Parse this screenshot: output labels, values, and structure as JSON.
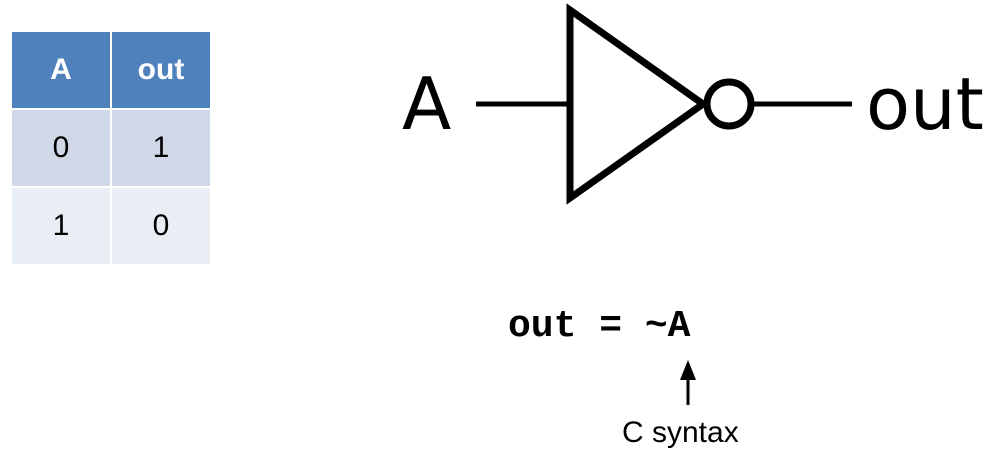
{
  "truth_table": {
    "headers": [
      "A",
      "out"
    ],
    "rows": [
      [
        "0",
        "1"
      ],
      [
        "1",
        "0"
      ]
    ],
    "header_color": "#4f81bd",
    "row_colors": [
      "#d0d8e8",
      "#e9edf4"
    ]
  },
  "gate": {
    "input_label": "A",
    "output_label": "out",
    "kind": "not-gate"
  },
  "code": {
    "expression": "out = ~A",
    "annotation": "C syntax"
  }
}
